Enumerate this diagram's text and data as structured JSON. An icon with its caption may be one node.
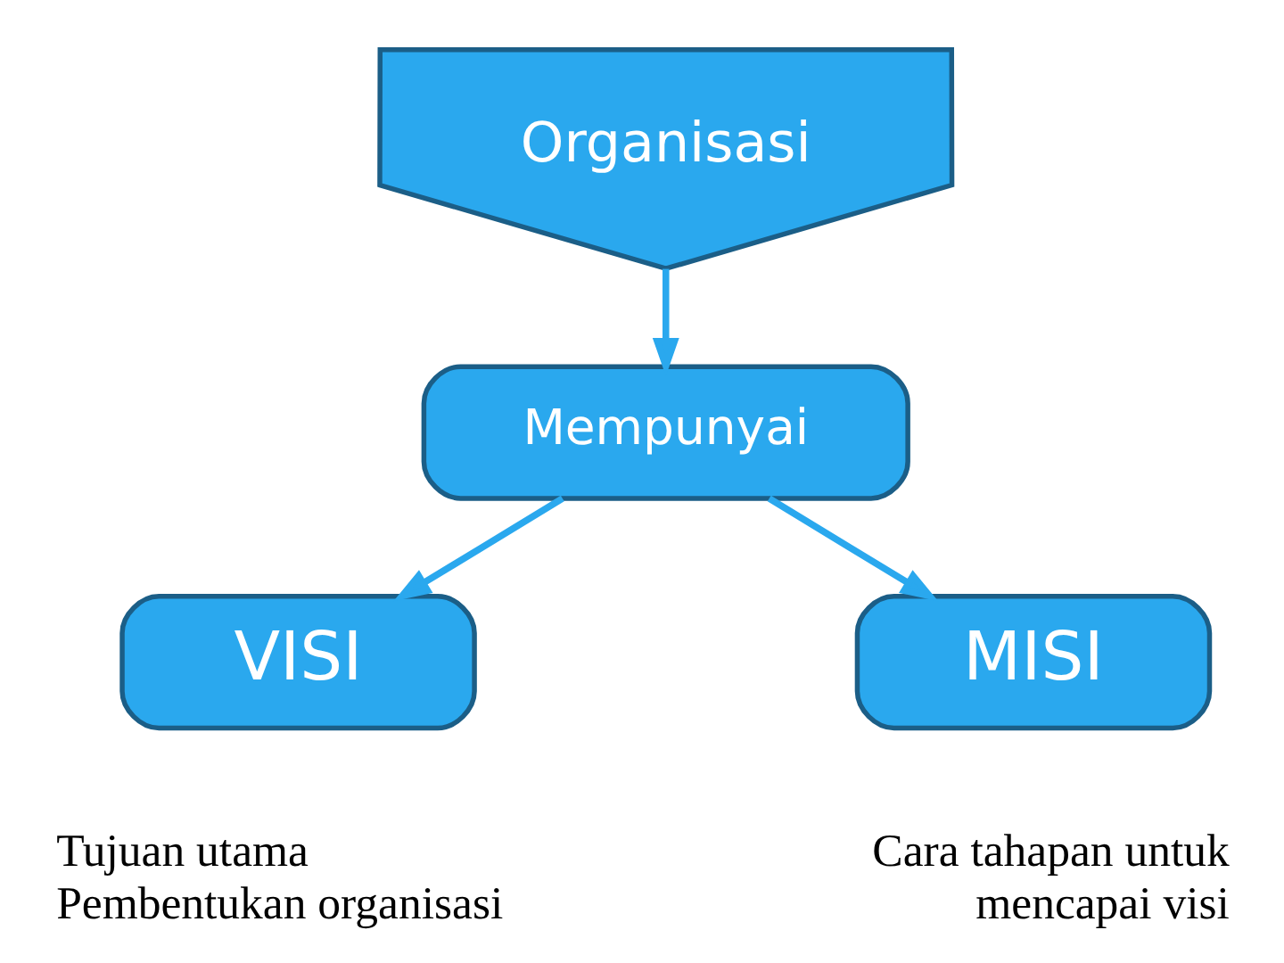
{
  "diagram": {
    "nodes": [
      {
        "text": [
          "Organisasi"
        ]
      },
      {
        "text": [
          "Mempunyai"
        ]
      },
      {
        "text": [
          "VISI"
        ],
        "beside": [
          "Tujuan utama Pembentukan organisasi"
        ]
      },
      {
        "text": [
          "MISI"
        ],
        "beside": [
          "Cara tahapan untuk mencapai visi"
        ]
      }
    ],
    "edges": [
      {
        "from": 0,
        "to": 1,
        "arrow": "to"
      },
      {
        "from": 1,
        "to": 2,
        "arrow": "to"
      },
      {
        "from": 1,
        "to": 3,
        "arrow": "to"
      }
    ]
  }
}
